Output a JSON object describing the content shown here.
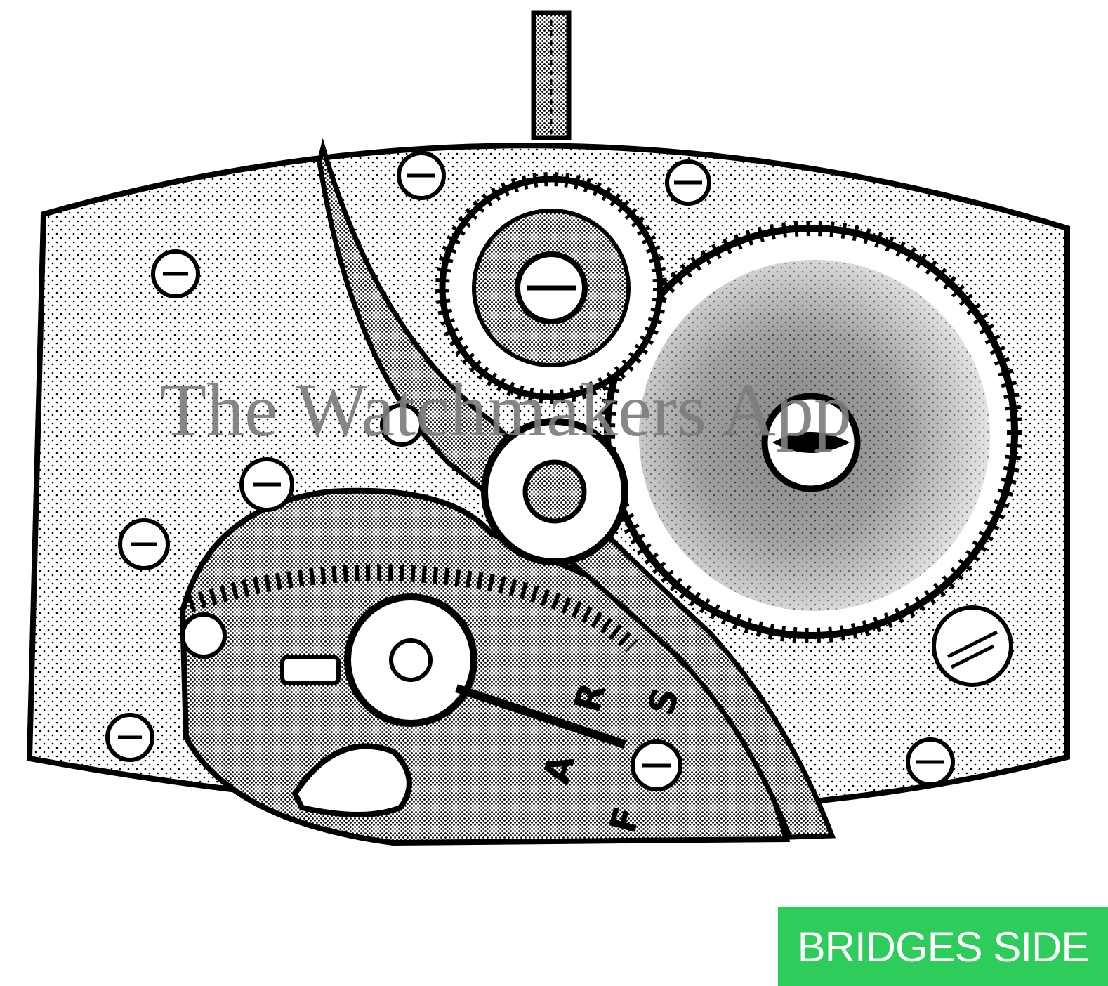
{
  "watermark_text": "The Watchmakers App",
  "movement_engravings": [
    "R",
    "S",
    "A",
    "F"
  ],
  "side_badge": {
    "label": "BRIDGES SIDE",
    "color": "#2ecc5a"
  },
  "colors": {
    "background": "#ffffff",
    "ink": "#000000",
    "watermark": "#7d7d7d"
  }
}
